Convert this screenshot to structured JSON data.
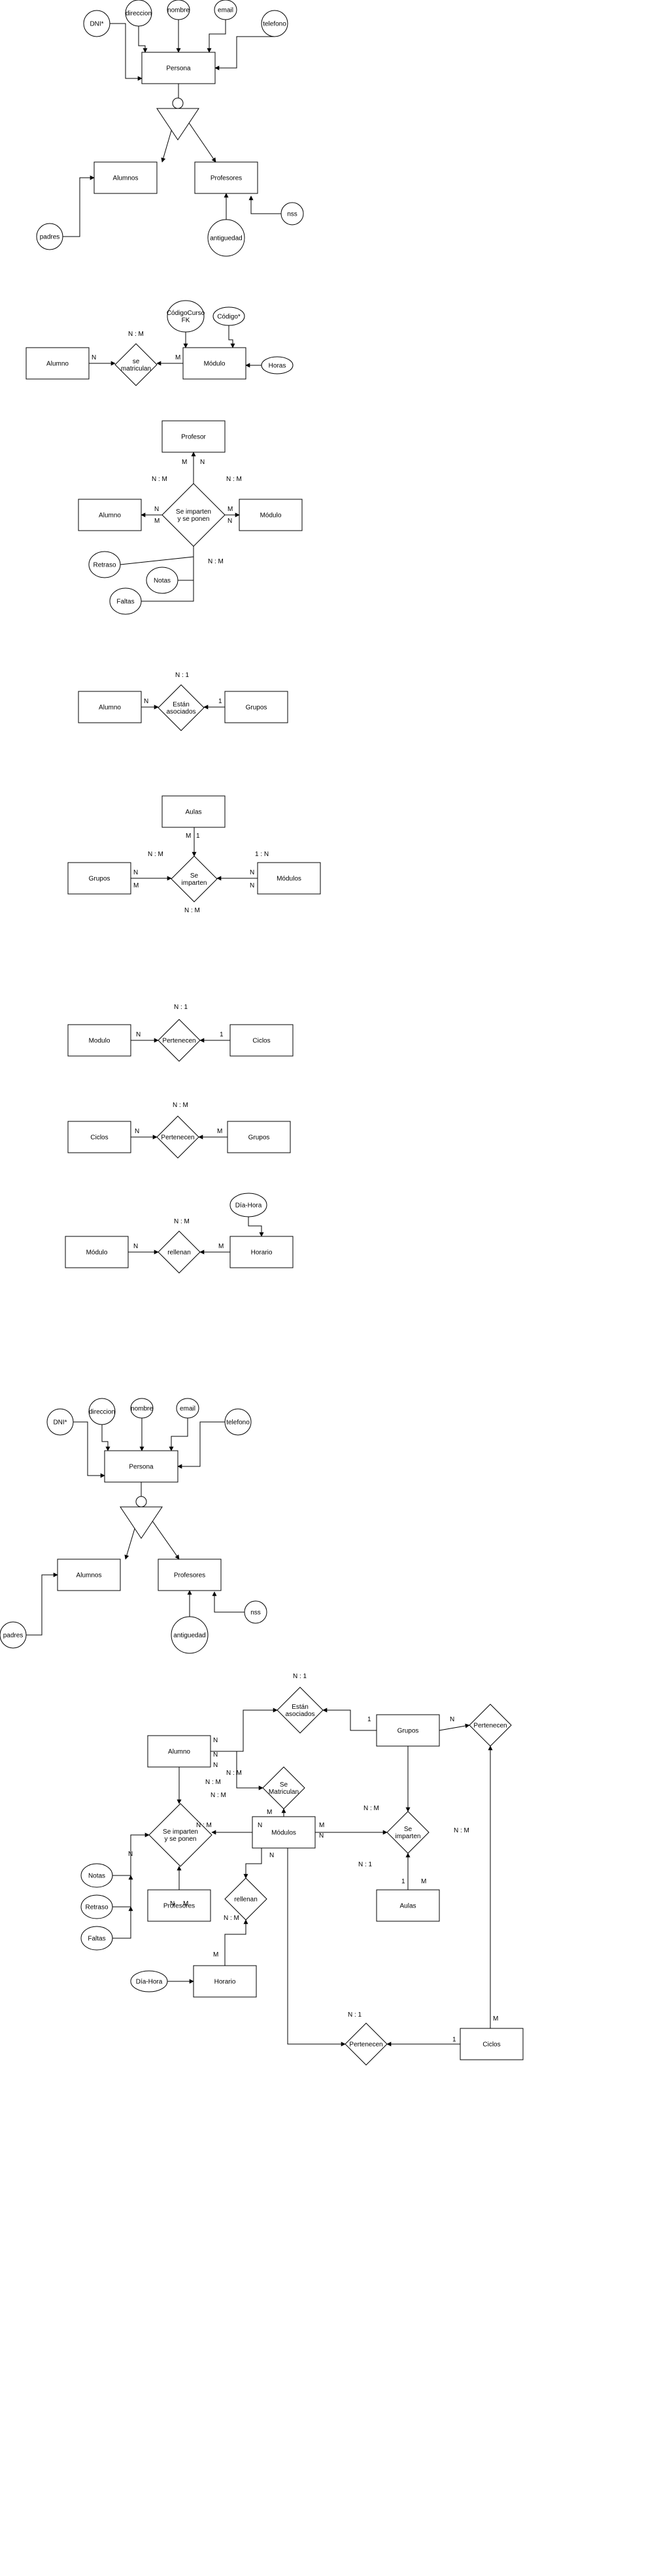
{
  "diagrams": [
    {
      "nodes": [
        {
          "id": "s1_persona",
          "kind": "entity",
          "label": "Persona"
        },
        {
          "id": "s1_dni",
          "kind": "attribute",
          "label": "DNI*"
        },
        {
          "id": "s1_direccion",
          "kind": "attribute",
          "label": "direccion"
        },
        {
          "id": "s1_nombre",
          "kind": "attribute",
          "label": "nombre"
        },
        {
          "id": "s1_email",
          "kind": "attribute",
          "label": "email"
        },
        {
          "id": "s1_telefono",
          "kind": "attribute",
          "label": "telefono"
        },
        {
          "id": "s1_isa",
          "kind": "isa",
          "label": ""
        },
        {
          "id": "s1_alumnos",
          "kind": "entity",
          "label": "Alumnos"
        },
        {
          "id": "s1_profesores",
          "kind": "entity",
          "label": "Profesores"
        },
        {
          "id": "s1_padres",
          "kind": "attribute",
          "label": "padres"
        },
        {
          "id": "s1_antiguedad",
          "kind": "attribute",
          "label": "antiguedad"
        },
        {
          "id": "s1_nss",
          "kind": "attribute",
          "label": "nss"
        }
      ],
      "labels": []
    },
    {
      "nodes": [
        {
          "id": "s2_alumno",
          "kind": "entity",
          "label": "Alumno"
        },
        {
          "id": "s2_matri",
          "kind": "relationship",
          "label": "se matriculan"
        },
        {
          "id": "s2_modulo",
          "kind": "entity",
          "label": "Módulo"
        },
        {
          "id": "s2_codcurso",
          "kind": "attribute",
          "label": "CódigoCurso FK"
        },
        {
          "id": "s2_codigo",
          "kind": "attribute",
          "label": "Código*"
        },
        {
          "id": "s2_horas",
          "kind": "attribute",
          "label": "Horas"
        }
      ],
      "labels": [
        "N : M",
        "N",
        "M"
      ]
    },
    {
      "nodes": [
        {
          "id": "s3_profesor",
          "kind": "entity",
          "label": "Profesor"
        },
        {
          "id": "s3_imparten",
          "kind": "relationship",
          "label": "Se imparten y se ponen"
        },
        {
          "id": "s3_alumno",
          "kind": "entity",
          "label": "Alumno"
        },
        {
          "id": "s3_modulo",
          "kind": "entity",
          "label": "Módulo"
        },
        {
          "id": "s3_retraso",
          "kind": "attribute",
          "label": "Retraso"
        },
        {
          "id": "s3_notas",
          "kind": "attribute",
          "label": "Notas"
        },
        {
          "id": "s3_faltas",
          "kind": "attribute",
          "label": "Faltas"
        }
      ],
      "labels": [
        "M",
        "N",
        "N : M",
        "N : M",
        "N",
        "M",
        "M",
        "N",
        "N : M"
      ]
    },
    {
      "nodes": [
        {
          "id": "s4_alumno",
          "kind": "entity",
          "label": "Alumno"
        },
        {
          "id": "s4_asoc",
          "kind": "relationship",
          "label": "Están asociados"
        },
        {
          "id": "s4_grupos",
          "kind": "entity",
          "label": "Grupos"
        }
      ],
      "labels": [
        "N : 1",
        "N",
        "1"
      ]
    },
    {
      "nodes": [
        {
          "id": "s5_aulas",
          "kind": "entity",
          "label": "Aulas"
        },
        {
          "id": "s5_imparten",
          "kind": "relationship",
          "label": "Se imparten"
        },
        {
          "id": "s5_grupos",
          "kind": "entity",
          "label": "Grupos"
        },
        {
          "id": "s5_modulos",
          "kind": "entity",
          "label": "Módulos"
        }
      ],
      "labels": [
        "M",
        "1",
        "N : M",
        "1 : N",
        "N",
        "M",
        "N",
        "N",
        "N : M"
      ]
    },
    {
      "nodes": [
        {
          "id": "s6_modulo",
          "kind": "entity",
          "label": "Modulo"
        },
        {
          "id": "s6_pert",
          "kind": "relationship",
          "label": "Pertenecen"
        },
        {
          "id": "s6_ciclos",
          "kind": "entity",
          "label": "Ciclos"
        }
      ],
      "labels": [
        "N : 1",
        "N",
        "1"
      ]
    },
    {
      "nodes": [
        {
          "id": "s7_ciclos",
          "kind": "entity",
          "label": "Ciclos"
        },
        {
          "id": "s7_pert",
          "kind": "relationship",
          "label": "Pertenecen"
        },
        {
          "id": "s7_grupos",
          "kind": "entity",
          "label": "Grupos"
        }
      ],
      "labels": [
        "N : M",
        "N",
        "M"
      ]
    },
    {
      "nodes": [
        {
          "id": "s8_modulo",
          "kind": "entity",
          "label": "Módulo"
        },
        {
          "id": "s8_rellenan",
          "kind": "relationship",
          "label": "rellenan"
        },
        {
          "id": "s8_horario",
          "kind": "entity",
          "label": "Horario"
        },
        {
          "id": "s8_diahora",
          "kind": "attribute",
          "label": "Día-Hora"
        }
      ],
      "labels": [
        "N : M",
        "N",
        "M"
      ]
    },
    {
      "nodes": [
        {
          "id": "s9_persona",
          "kind": "entity",
          "label": "Persona"
        },
        {
          "id": "s9_dni",
          "kind": "attribute",
          "label": "DNI*"
        },
        {
          "id": "s9_direccion",
          "kind": "attribute",
          "label": "direccion"
        },
        {
          "id": "s9_nombre",
          "kind": "attribute",
          "label": "nombre"
        },
        {
          "id": "s9_email",
          "kind": "attribute",
          "label": "email"
        },
        {
          "id": "s9_telefono",
          "kind": "attribute",
          "label": "telefono"
        },
        {
          "id": "s9_isa",
          "kind": "isa",
          "label": ""
        },
        {
          "id": "s9_alumnos",
          "kind": "entity",
          "label": "Alumnos"
        },
        {
          "id": "s9_profesores",
          "kind": "entity",
          "label": "Profesores"
        },
        {
          "id": "s9_padres",
          "kind": "attribute",
          "label": "padres"
        },
        {
          "id": "s9_antiguedad",
          "kind": "attribute",
          "label": "antiguedad"
        },
        {
          "id": "s9_nss",
          "kind": "attribute",
          "label": "nss"
        }
      ],
      "labels": []
    },
    {
      "nodes": [
        {
          "id": "s10_asoc",
          "kind": "relationship",
          "label": "Están asociados"
        },
        {
          "id": "s10_grupos",
          "kind": "entity",
          "label": "Grupos"
        },
        {
          "id": "s10_pert_top",
          "kind": "relationship",
          "label": "Pertenecen"
        },
        {
          "id": "s10_alumno",
          "kind": "entity",
          "label": "Alumno"
        },
        {
          "id": "s10_matri",
          "kind": "relationship",
          "label": "Se Matriculan"
        },
        {
          "id": "s10_imparten_ponen",
          "kind": "relationship",
          "label": "Se imparten y se ponen"
        },
        {
          "id": "s10_modulos",
          "kind": "entity",
          "label": "Módulos"
        },
        {
          "id": "s10_imparten",
          "kind": "relationship",
          "label": "Se imparten"
        },
        {
          "id": "s10_aulas",
          "kind": "entity",
          "label": "Aulas"
        },
        {
          "id": "s10_profesores",
          "kind": "entity",
          "label": "Profesores"
        },
        {
          "id": "s10_rellenan",
          "kind": "relationship",
          "label": "rellenan"
        },
        {
          "id": "s10_notas",
          "kind": "attribute",
          "label": "Notas"
        },
        {
          "id": "s10_retraso",
          "kind": "attribute",
          "label": "Retraso"
        },
        {
          "id": "s10_faltas",
          "kind": "attribute",
          "label": "Faltas"
        },
        {
          "id": "s10_diahora",
          "kind": "attribute",
          "label": "Día-Hora"
        },
        {
          "id": "s10_horario",
          "kind": "entity",
          "label": "Horario"
        },
        {
          "id": "s10_pert_bottom",
          "kind": "relationship",
          "label": "Pertenecen"
        },
        {
          "id": "s10_ciclos",
          "kind": "entity",
          "label": "Ciclos"
        }
      ],
      "labels": [
        "N : 1",
        "1",
        "N",
        "N",
        "N : M",
        "N",
        "N",
        "M",
        "N",
        "N : M",
        "N : M",
        "M",
        "N",
        "N",
        "N",
        "N : M",
        "N : M",
        "N : M",
        "N : 1",
        "1",
        "M",
        "N",
        "M",
        "N : M",
        "M",
        "N : 1",
        "1",
        "M"
      ]
    }
  ]
}
